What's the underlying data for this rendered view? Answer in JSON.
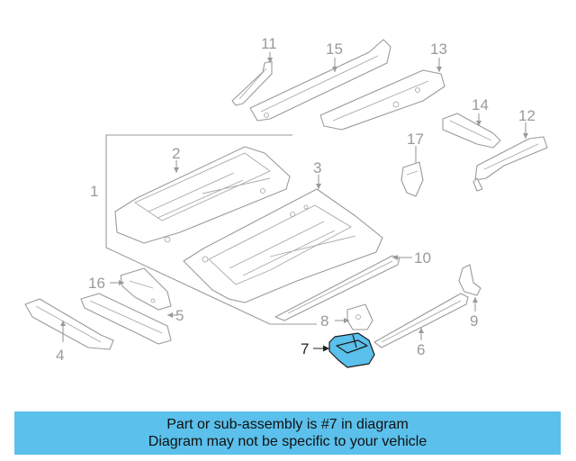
{
  "callouts": {
    "c1": "1",
    "c2": "2",
    "c3": "3",
    "c4": "4",
    "c5": "5",
    "c6": "6",
    "c7": "7",
    "c8": "8",
    "c9": "9",
    "c10": "10",
    "c11": "11",
    "c12": "12",
    "c13": "13",
    "c14": "14",
    "c15": "15",
    "c16": "16",
    "c17": "17"
  },
  "highlighted_part": "7",
  "colors": {
    "highlight_fill": "#5bc0eb",
    "banner_bg": "#5bc0eb",
    "line_gray": "#9a9a9a"
  },
  "banner": {
    "line1": "Part or sub-assembly is #7 in diagram",
    "line2": "Diagram may not be specific to your vehicle"
  }
}
